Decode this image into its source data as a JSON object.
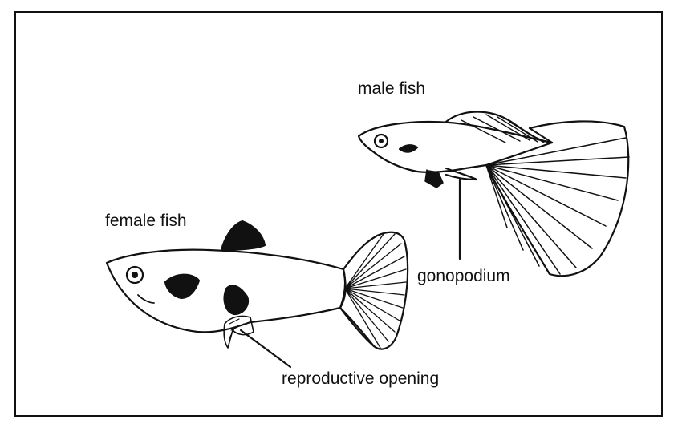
{
  "labels": {
    "male": "male fish",
    "female": "female fish",
    "gonopodium": "gonopodium",
    "reproductive_opening": "reproductive opening"
  },
  "colors": {
    "ink": "#111111",
    "background": "#ffffff"
  }
}
